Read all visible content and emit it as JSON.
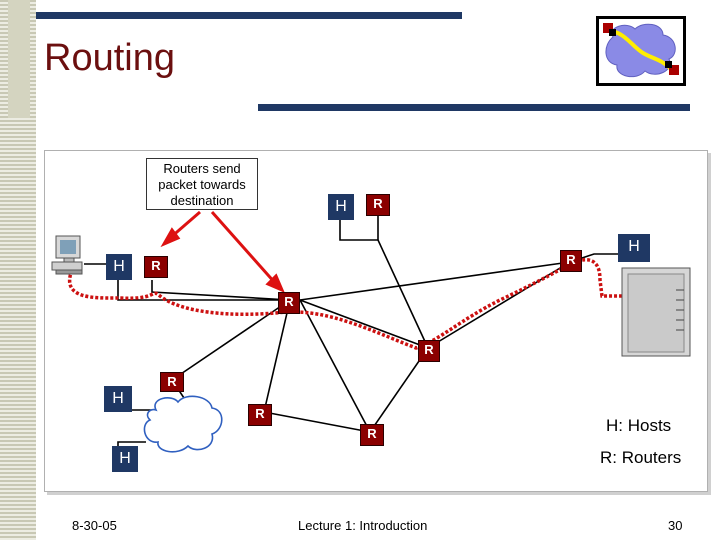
{
  "slide": {
    "title": "Routing",
    "footer_date": "8-30-05",
    "footer_center": "Lecture 1: Introduction",
    "page_number": "30"
  },
  "diagram": {
    "callout_text": "Routers send packet towards destination",
    "host_label": "H",
    "router_label": "R",
    "legend_hosts": "H: Hosts",
    "legend_routers": "R: Routers"
  },
  "colors": {
    "router": "#8b0000",
    "host": "#1f3864",
    "title": "#6b0f0f",
    "path": "#cc1111",
    "arrow": "#dd1111"
  },
  "icons": [
    "computer-icon",
    "server-icon",
    "cloud-icon",
    "network-logo-icon"
  ]
}
